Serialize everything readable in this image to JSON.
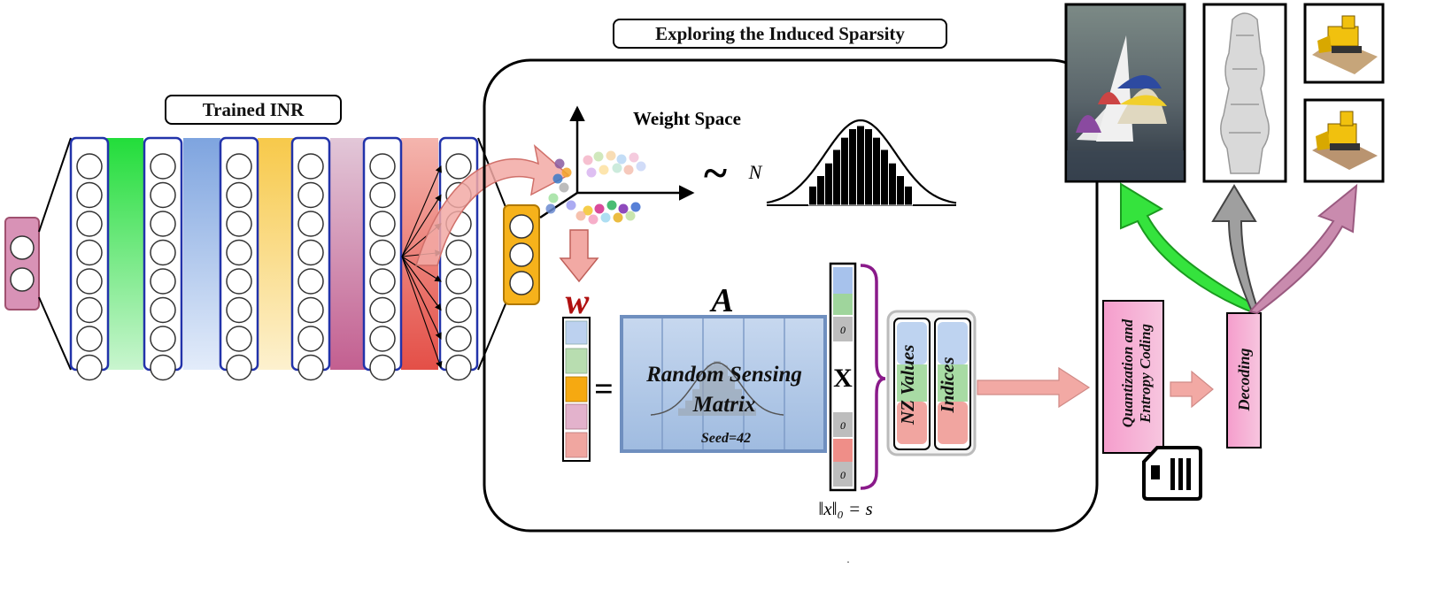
{
  "titles": {
    "trained_inr": "Trained INR",
    "exploring": "Exploring the Induced Sparsity",
    "weight_space": "Weight Space",
    "distribution_symbol": "~",
    "distribution_letter": "N"
  },
  "equation": {
    "w_label": "w",
    "equals": "=",
    "matrix_symbol": "A",
    "matrix_text_line1": "Random Sensing",
    "matrix_text_line2": "Matrix",
    "seed_label": "Seed=42",
    "x_symbol": "X",
    "zero": "0",
    "norm_constraint": "‖x‖₀ = s"
  },
  "sparse": {
    "nz_values": "NZ Values",
    "indices": "Indices"
  },
  "pipeline": {
    "quantization_line1": "Quantization and",
    "quantization_line2": "Entropy Coding",
    "decoding": "Decoding"
  },
  "colors": {
    "layer_green": "#2ee84a",
    "layer_blue": "#7fa6e0",
    "layer_yellow": "#f7cf57",
    "layer_mauve": "#c9739e",
    "layer_red": "#e8605a",
    "arrow_green": "#33e33a",
    "arrow_gray": "#9a9a9a",
    "arrow_pink": "#c98aae",
    "arrow_salmon": "#f0908a",
    "node_outline": "#2233aa",
    "pink_box": "#f0a0c8",
    "w_red": "#b01010"
  }
}
